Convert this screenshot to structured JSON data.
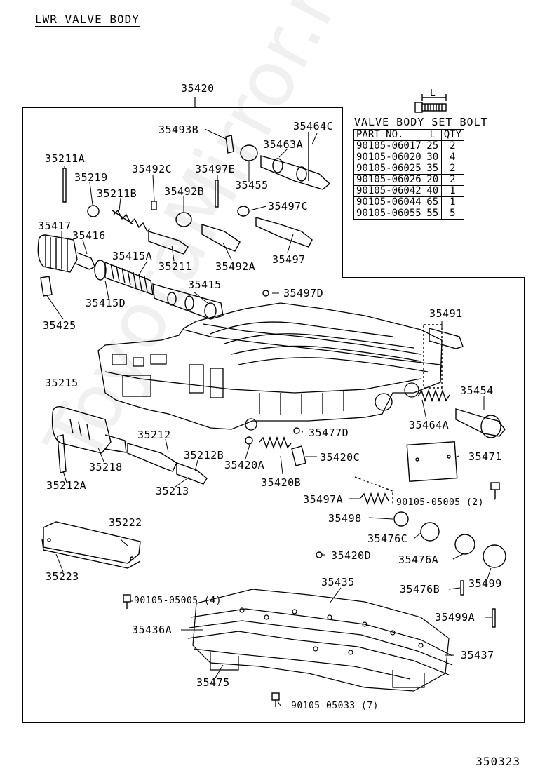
{
  "title": "LWR VALVE BODY",
  "figure_number": "350323",
  "watermark": "ToyotaMirror.ru",
  "assembly_label": "35420",
  "bolt_table": {
    "title": "VALVE BODY SET BOLT",
    "dimension_label": "L",
    "headers": [
      "PART NO.",
      "L",
      "QTY"
    ],
    "rows": [
      [
        "90105-06017",
        "25",
        "2"
      ],
      [
        "90105-06020",
        "30",
        "4"
      ],
      [
        "90105-06025",
        "35",
        "2"
      ],
      [
        "90105-06026",
        "20",
        "2"
      ],
      [
        "90105-06042",
        "40",
        "1"
      ],
      [
        "90105-06044",
        "65",
        "1"
      ],
      [
        "90105-06055",
        "55",
        "5"
      ]
    ]
  },
  "parts": {
    "p35493B": "35493B",
    "p35464C": "35464C",
    "p35463A": "35463A",
    "p35211A": "35211A",
    "p35492C": "35492C",
    "p35497E": "35497E",
    "p35455": "35455",
    "p35219": "35219",
    "p35211B": "35211B",
    "p35492B": "35492B",
    "p35497C": "35497C",
    "p35417": "35417",
    "p35416": "35416",
    "p35415A": "35415A",
    "p35211": "35211",
    "p35492A": "35492A",
    "p35497": "35497",
    "p35415": "35415",
    "p35415D": "35415D",
    "p35497D": "35497D",
    "p35425": "35425",
    "p35491": "35491",
    "p35215": "35215",
    "p35454": "35454",
    "p35212": "35212",
    "p35464A": "35464A",
    "p35477D": "35477D",
    "p35212B": "35212B",
    "p35218": "35218",
    "p35420A": "35420A",
    "p35420C": "35420C",
    "p35471": "35471",
    "p35212A": "35212A",
    "p35213": "35213",
    "p35420B": "35420B",
    "p35497A": "35497A",
    "p90105_05005_2": "90105-05005 (2)",
    "p35498": "35498",
    "p35222": "35222",
    "p35476C": "35476C",
    "p35420D": "35420D",
    "p35476A": "35476A",
    "p35223": "35223",
    "p35435": "35435",
    "p35476B": "35476B",
    "p35499": "35499",
    "p90105_05005_4": "90105-05005 (4)",
    "p35499A": "35499A",
    "p35436A": "35436A",
    "p35437": "35437",
    "p35475": "35475",
    "p90105_05033_7": "90105-05033 (7)"
  }
}
